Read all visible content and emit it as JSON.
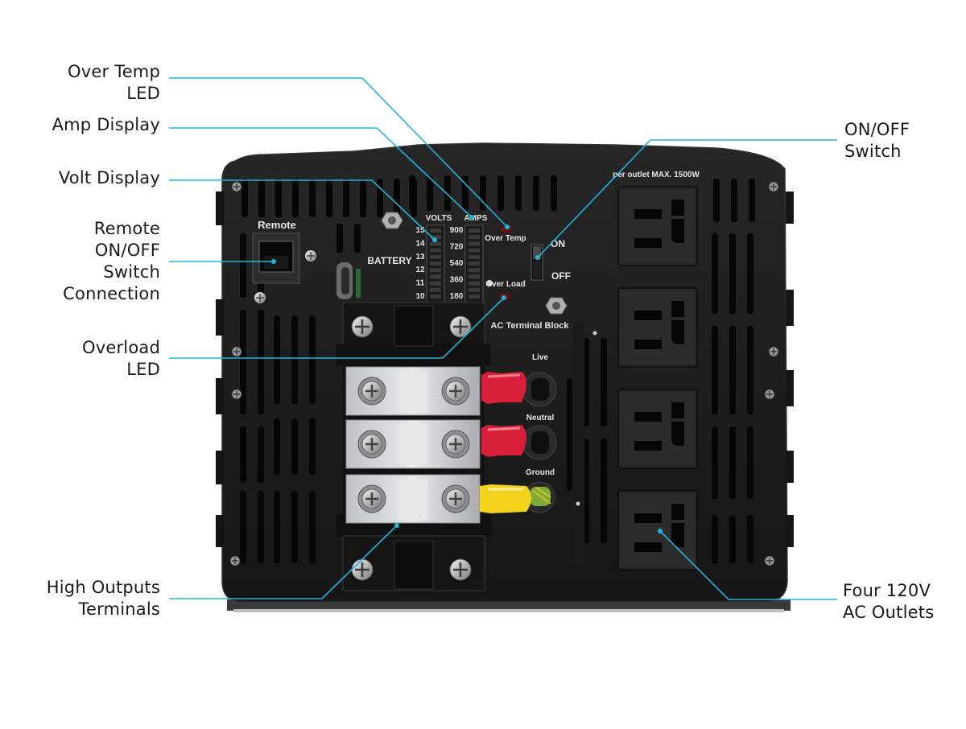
{
  "callouts": {
    "over_temp_led": [
      "Over Temp",
      "LED"
    ],
    "amp_display": [
      "Amp Display"
    ],
    "volt_display": [
      "Volt Display"
    ],
    "remote_switch": [
      "Remote",
      "ON/OFF",
      "Switch",
      "Connection"
    ],
    "overload_led": [
      "Overload",
      "LED"
    ],
    "high_outputs": [
      "High Outputs",
      "Terminals"
    ],
    "onoff_switch": [
      "ON/OFF",
      "Switch"
    ],
    "ac_outlets": [
      "Four 120V",
      "AC Outlets"
    ]
  },
  "panel": {
    "remote_label": "Remote",
    "battery_label": "BATTERY",
    "volts_header": "VOLTS",
    "amps_header": "AMPS",
    "volt_ticks": [
      "15",
      "14",
      "13",
      "12",
      "11",
      "10"
    ],
    "amp_ticks": [
      "900",
      "720",
      "540",
      "360",
      "180"
    ],
    "over_temp_label": "Over Temp",
    "over_load_label": "Over Load",
    "on_label": "ON",
    "off_label": "OFF",
    "ac_terminal_label": "AC Terminal Block",
    "live_label": "Live",
    "neutral_label": "Neutral",
    "ground_label": "Ground",
    "outlet_rating": "per outlet MAX. 1500W"
  },
  "colors": {
    "leader_line": "#22b4d8",
    "chassis": "#1c1c1c",
    "chassis_edge": "#2a2a2a",
    "vent": "#050505",
    "outlet": "#262626",
    "label_text": "#e6e6e6",
    "red_connector": "#d8203a",
    "yellow_connector": "#f2d21b"
  }
}
